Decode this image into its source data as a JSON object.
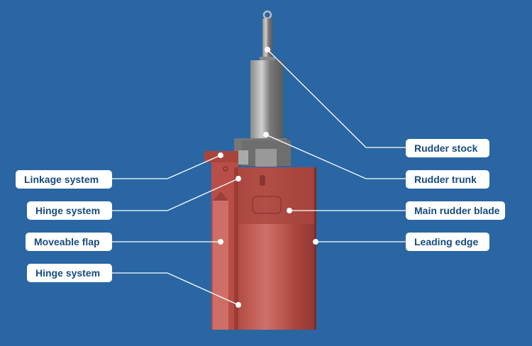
{
  "title": "Rudder with moveable flap",
  "colors": {
    "background": "#2a66a3",
    "label_text": "#174a80",
    "rudder": "#b9524a",
    "steel": "#9a9a9a"
  },
  "labels": {
    "rudder_stock": "Rudder stock",
    "rudder_trunk": "Rudder trunk",
    "main_rudder_blade": "Main rudder blade",
    "leading_edge": "Leading edge",
    "linkage_system": "Linkage system",
    "hinge_system_upper": "Hinge system",
    "moveable_flap": "Moveable flap",
    "hinge_system_lower": "Hinge system"
  }
}
